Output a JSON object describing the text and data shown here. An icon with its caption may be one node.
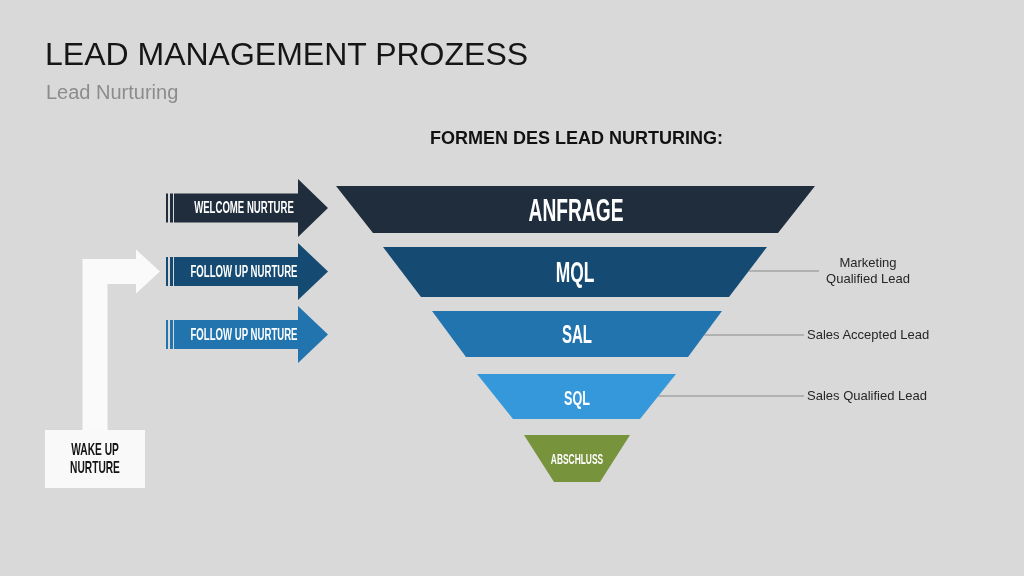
{
  "diagram": {
    "title": "LEAD MANAGEMENT PROZESS",
    "nodes": [
      {
        "text": [
          "WELCOME NURTURE"
        ]
      },
      {
        "text": [
          "FOLLOW UP NURTURE"
        ]
      },
      {
        "text": [
          "FOLLOW UP NURTURE"
        ]
      },
      {
        "text": [
          "WAKE UP NURTURE"
        ]
      },
      {
        "text": [
          "ANFRAGE"
        ]
      },
      {
        "text": [
          "MQL"
        ]
      },
      {
        "text": [
          "SAL"
        ]
      },
      {
        "text": [
          "SQL"
        ]
      },
      {
        "text": [
          "ABSCHLUSS"
        ]
      },
      {
        "text": [
          "Marketing Qualified Lead"
        ]
      },
      {
        "text": [
          "Sales Accepted Lead"
        ]
      },
      {
        "text": [
          "Sales Qualified Lead"
        ]
      }
    ],
    "edges": [
      {
        "from": 3,
        "to": 1,
        "arrow": "to",
        "style": "thick",
        "color": "#fafafa"
      },
      {
        "from": 9,
        "to": 5,
        "arrow": "none"
      },
      {
        "from": 10,
        "to": 6,
        "arrow": "none"
      },
      {
        "from": 11,
        "to": 7,
        "arrow": "none"
      }
    ],
    "labels": [
      "Lead Nurturing",
      "FORMEN DES LEAD NURTURING:"
    ]
  }
}
